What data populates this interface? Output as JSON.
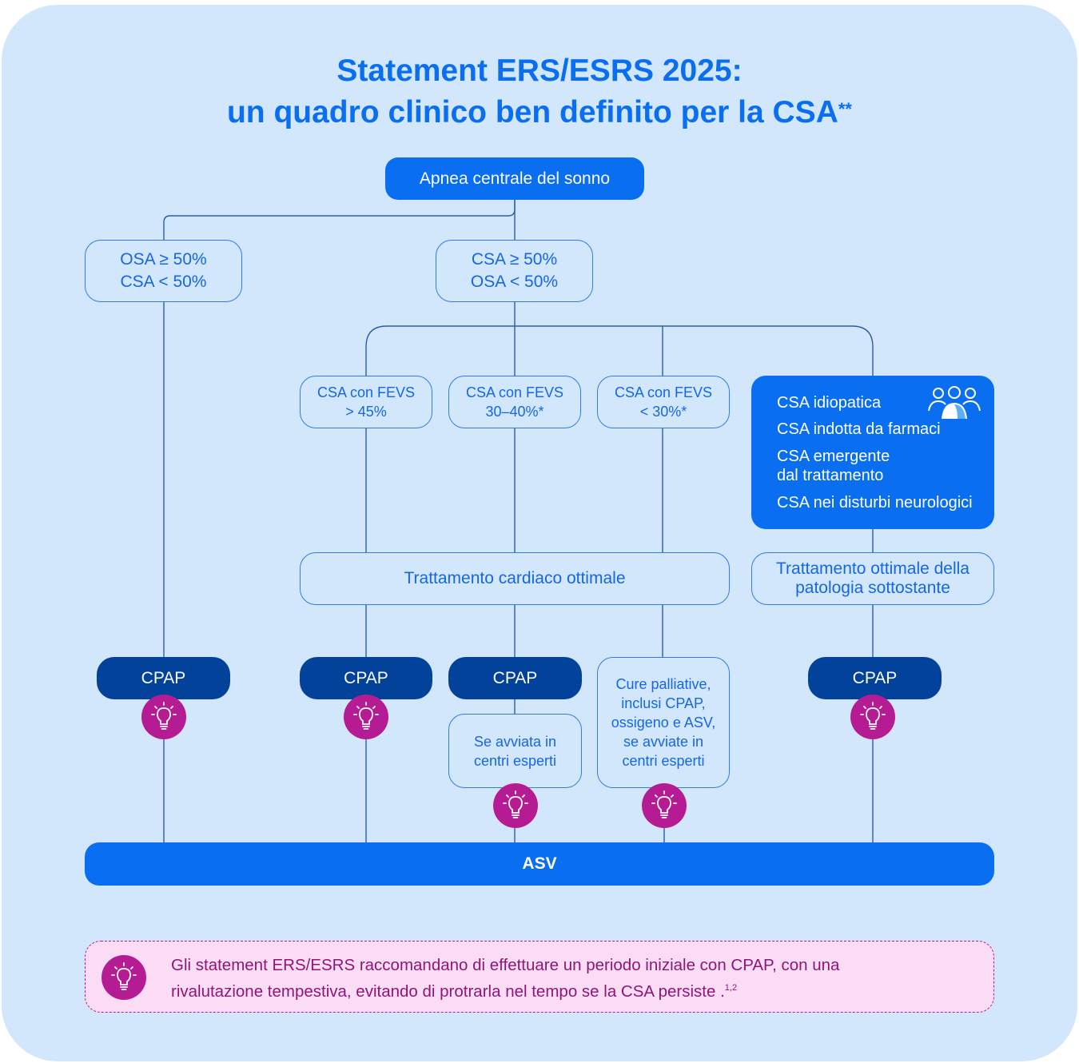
{
  "title": {
    "line1": "Statement ERS/ESRS 2025:",
    "line2": "un quadro clinico ben definito per la CSA",
    "line2_sup": "**"
  },
  "root": "Apnea centrale del sonno",
  "branch_osa": {
    "line1": "OSA ≥ 50%",
    "line2": "CSA < 50%"
  },
  "branch_csa": {
    "line1": "CSA ≥ 50%",
    "line2": "OSA < 50%"
  },
  "fevs": [
    {
      "line1": "CSA con FEVS",
      "line2": "> 45%"
    },
    {
      "line1": "CSA con FEVS",
      "line2": "30–40%*"
    },
    {
      "line1": "CSA con FEVS",
      "line2": "< 30%*"
    }
  ],
  "idiopathic_group": {
    "icon": "people-group-icon",
    "items": [
      "CSA idiopatica",
      "CSA indotta da farmaci",
      "CSA emergente",
      "dal trattamento",
      "CSA nei disturbi neurologici"
    ]
  },
  "cardiac_treatment": "Trattamento cardiaco ottimale",
  "underlying_treatment": {
    "line1": "Trattamento ottimale della",
    "line2": "patologia sottostante"
  },
  "cpap_label": "CPAP",
  "expert_centers": {
    "line1": "Se avviata in",
    "line2": "centri esperti"
  },
  "palliative": {
    "lines": [
      "Cure palliative,",
      "inclusi CPAP,",
      "ossigeno e ASV,",
      "se avviate in",
      "centri esperti"
    ]
  },
  "asv": "ASV",
  "note": {
    "icon": "lightbulb-icon",
    "line1": "Gli statement ERS/ESRS raccomandano di effettuare un periodo iniziale con CPAP, con una",
    "line2": "rivalutazione tempestiva, evitando di protrarla nel tempo se la CSA persiste .",
    "refs": "1,2"
  },
  "colors": {
    "background": "#d2e7fb",
    "primary": "#0a6ef0",
    "dark_blue": "#03429b",
    "outline": "#2f7de0",
    "magenta": "#b51c93",
    "note_background": "#fbdcf5"
  }
}
